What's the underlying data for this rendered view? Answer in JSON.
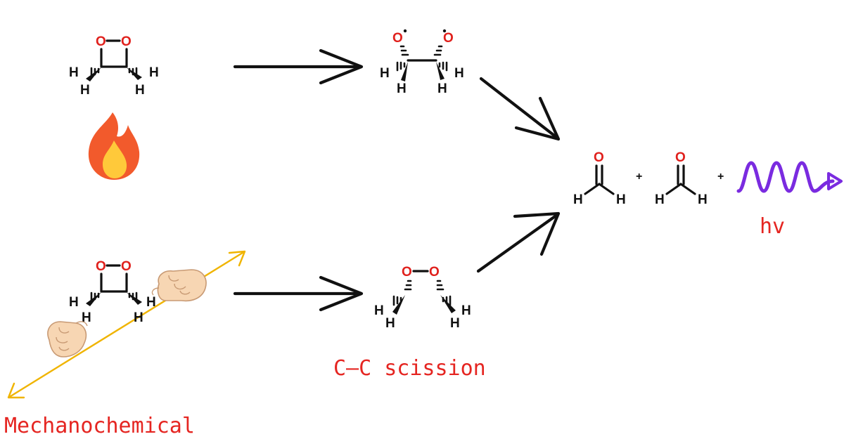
{
  "diagram": {
    "labels": {
      "mechanochemical": "Mechanochemical",
      "cc_scission": "C—C scission",
      "hv": "hv"
    },
    "atoms": {
      "oxygen": "O",
      "hydrogen": "H"
    },
    "operators": {
      "plus": "+"
    },
    "icons": [
      "flame-icon",
      "pulling-hand-icon",
      "pulling-hand-icon",
      "wavy-light-arrow-icon"
    ],
    "colors": {
      "label": "#e52521",
      "oxygen": "#e0201c",
      "photon": "#7a2be0",
      "force_arrow": "#f0b400",
      "flame_outer": "#f25a2c",
      "flame_inner": "#ffc93a",
      "skin": "#f7d6b3"
    }
  }
}
